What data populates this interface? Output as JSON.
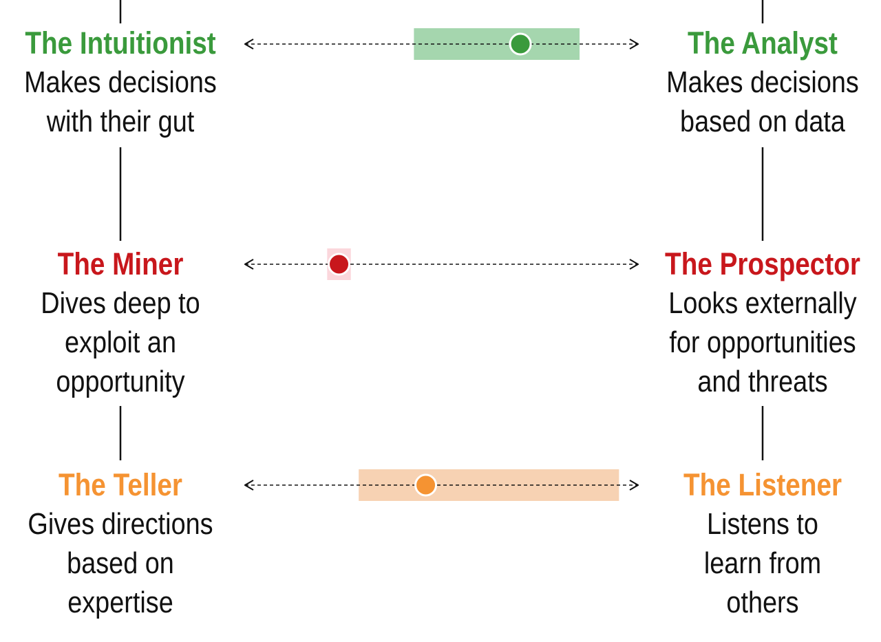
{
  "rows": [
    {
      "color": "#3a9a3c",
      "band_color": "#a5d6ae",
      "left": {
        "title": "The Intuitionist",
        "desc": "Makes decisions\nwith their gut"
      },
      "right": {
        "title": "The Analyst",
        "desc": "Makes decisions\nbased on data"
      },
      "value": 0.7,
      "range": [
        0.43,
        0.85
      ]
    },
    {
      "color": "#c8171c",
      "band_color": "#fbd7dc",
      "left": {
        "title": "The Miner",
        "desc": "Dives deep to\nexploit an\nopportunity"
      },
      "right": {
        "title": "The Prospector",
        "desc": "Looks externally\nfor opportunities\nand threats"
      },
      "value": 0.24,
      "range": [
        0.21,
        0.27
      ]
    },
    {
      "color": "#f59332",
      "band_color": "#f7d2b3",
      "left": {
        "title": "The Teller",
        "desc": "Gives directions\nbased on\nexpertise"
      },
      "right": {
        "title": "The Listener",
        "desc": "Listens to\nlearn from\nothers"
      },
      "value": 0.46,
      "range": [
        0.29,
        0.95
      ]
    }
  ]
}
